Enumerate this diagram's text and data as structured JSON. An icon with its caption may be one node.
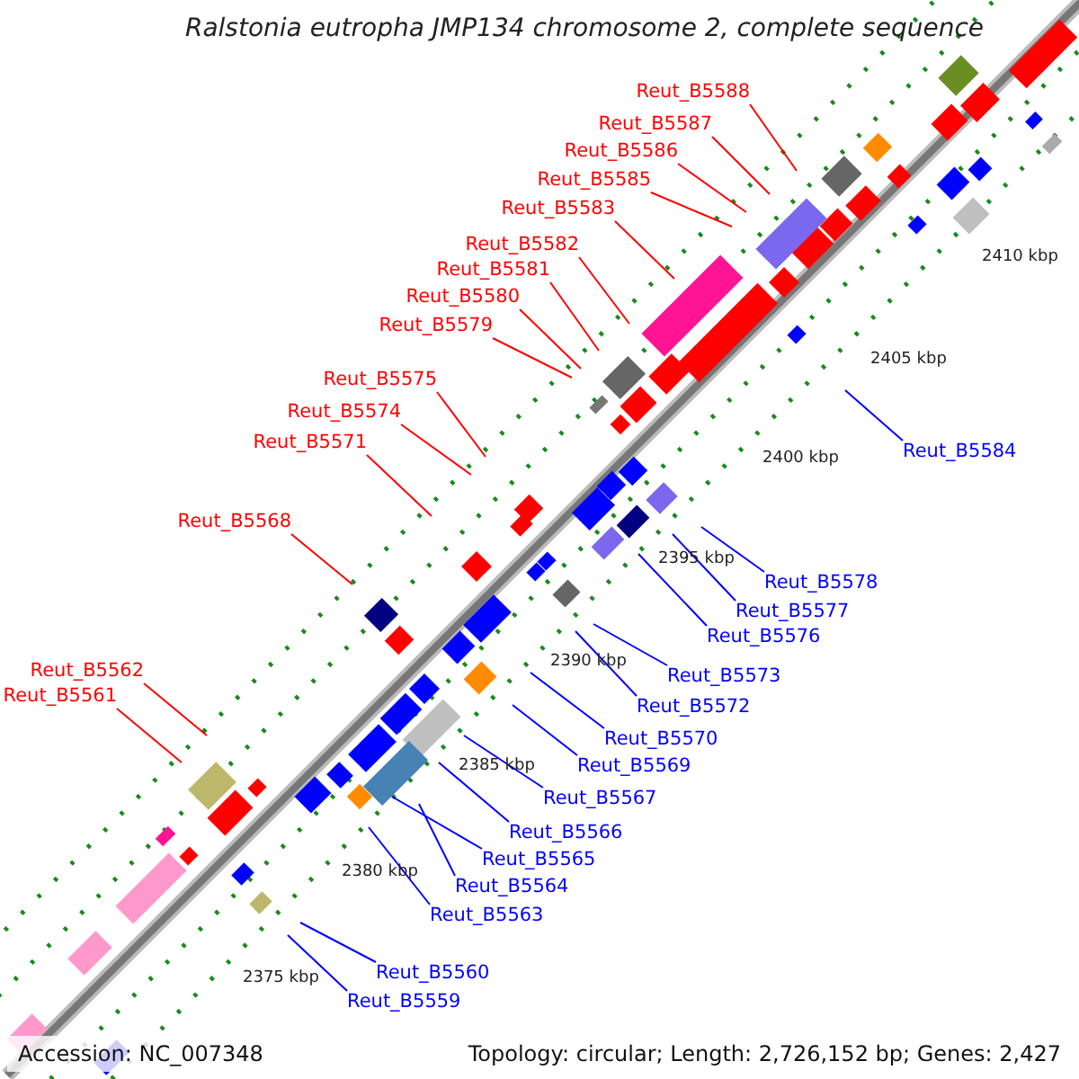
{
  "diagram": {
    "title": "Ralstonia eutropha JMP134 chromosome 2, complete sequence",
    "nodes": [
      {
        "text": [
          "Reut_B5588"
        ]
      },
      {
        "text": [
          "Reut_B5587"
        ]
      },
      {
        "text": [
          "Reut_B5586"
        ]
      },
      {
        "text": [
          "Reut_B5585"
        ]
      },
      {
        "text": [
          "Reut_B5583"
        ]
      },
      {
        "text": [
          "Reut_B5582"
        ]
      },
      {
        "text": [
          "Reut_B5581"
        ]
      },
      {
        "text": [
          "Reut_B5580"
        ]
      },
      {
        "text": [
          "Reut_B5579"
        ]
      },
      {
        "text": [
          "Reut_B5575"
        ]
      },
      {
        "text": [
          "Reut_B5574"
        ]
      },
      {
        "text": [
          "Reut_B5571"
        ]
      },
      {
        "text": [
          "Reut_B5584"
        ]
      },
      {
        "text": [
          "Reut_B5568"
        ]
      },
      {
        "text": [
          "Reut_B5578"
        ]
      },
      {
        "text": [
          "Reut_B5577"
        ]
      },
      {
        "text": [
          "Reut_B5576"
        ]
      },
      {
        "text": [
          "Reut_B5562"
        ]
      },
      {
        "text": [
          "Reut_B5573"
        ]
      },
      {
        "text": [
          "Reut_B5561"
        ]
      },
      {
        "text": [
          "Reut_B5572"
        ]
      },
      {
        "text": [
          "Reut_B5570"
        ]
      },
      {
        "text": [
          "Reut_B5569"
        ]
      },
      {
        "text": [
          "Reut_B5567"
        ]
      },
      {
        "text": [
          "Reut_B5566"
        ]
      },
      {
        "text": [
          "Reut_B5565"
        ]
      },
      {
        "text": [
          "Reut_B5564"
        ]
      },
      {
        "text": [
          "Reut_B5563"
        ]
      },
      {
        "text": [
          "Reut_B5560"
        ]
      },
      {
        "text": [
          "Reut_B5559"
        ]
      }
    ],
    "edges": [
      {
        "from": 0,
        "to": null,
        "arrow": "none",
        "color": "#ff0000"
      },
      {
        "from": 1,
        "to": null,
        "arrow": "none",
        "color": "#ff0000"
      },
      {
        "from": 2,
        "to": null,
        "arrow": "none",
        "color": "#ff0000"
      },
      {
        "from": 3,
        "to": null,
        "arrow": "none",
        "color": "#ff0000"
      },
      {
        "from": 4,
        "to": null,
        "arrow": "none",
        "color": "#ff0000"
      },
      {
        "from": 5,
        "to": null,
        "arrow": "none",
        "color": "#ff0000"
      },
      {
        "from": 6,
        "to": null,
        "arrow": "none",
        "color": "#ff0000"
      },
      {
        "from": 7,
        "to": null,
        "arrow": "none",
        "color": "#ff0000"
      },
      {
        "from": 8,
        "to": null,
        "arrow": "none",
        "color": "#ff0000"
      },
      {
        "from": 9,
        "to": null,
        "arrow": "none",
        "color": "#ff0000"
      },
      {
        "from": 10,
        "to": null,
        "arrow": "none",
        "color": "#ff0000"
      },
      {
        "from": 11,
        "to": null,
        "arrow": "none",
        "color": "#ff0000"
      },
      {
        "from": 12,
        "to": null,
        "arrow": "none",
        "color": "#0000ff"
      },
      {
        "from": 13,
        "to": null,
        "arrow": "none",
        "color": "#ff0000"
      },
      {
        "from": 14,
        "to": null,
        "arrow": "none",
        "color": "#0000ff"
      },
      {
        "from": 15,
        "to": null,
        "arrow": "none",
        "color": "#0000ff"
      },
      {
        "from": 16,
        "to": null,
        "arrow": "none",
        "color": "#0000ff"
      },
      {
        "from": 17,
        "to": null,
        "arrow": "none",
        "color": "#ff0000"
      },
      {
        "from": 18,
        "to": null,
        "arrow": "none",
        "color": "#0000ff"
      },
      {
        "from": 19,
        "to": null,
        "arrow": "none",
        "color": "#ff0000"
      },
      {
        "from": 20,
        "to": null,
        "arrow": "none",
        "color": "#0000ff"
      },
      {
        "from": 21,
        "to": null,
        "arrow": "none",
        "color": "#0000ff"
      },
      {
        "from": 22,
        "to": null,
        "arrow": "none",
        "color": "#0000ff"
      },
      {
        "from": 23,
        "to": null,
        "arrow": "none",
        "color": "#0000ff"
      },
      {
        "from": 24,
        "to": null,
        "arrow": "none",
        "color": "#0000ff"
      },
      {
        "from": 25,
        "to": null,
        "arrow": "none",
        "color": "#0000ff"
      },
      {
        "from": 26,
        "to": null,
        "arrow": "none",
        "color": "#0000ff"
      },
      {
        "from": 27,
        "to": null,
        "arrow": "none",
        "color": "#0000ff"
      },
      {
        "from": 28,
        "to": null,
        "arrow": "none",
        "color": "#0000ff"
      },
      {
        "from": 29,
        "to": null,
        "arrow": "none",
        "color": "#0000ff"
      }
    ],
    "labels": [
      "2410 kbp",
      "2405 kbp",
      "2400 kbp",
      "2395 kbp",
      "2390 kbp",
      "2385 kbp",
      "2380 kbp",
      "2375 kbp",
      "Accession: NC_007348",
      "Topology: circular; Length: 2,726,152 bp; Genes: 2,427"
    ]
  }
}
